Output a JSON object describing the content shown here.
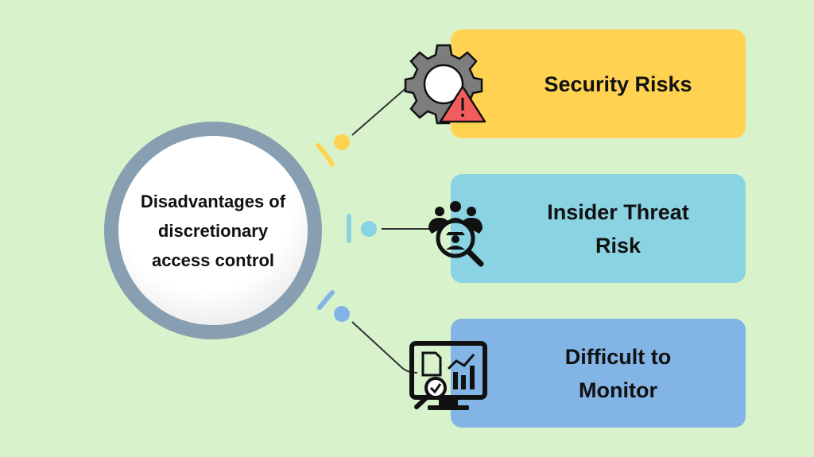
{
  "center": {
    "title": "Disadvantages of discretionary access control",
    "ring_color": "#879FB0"
  },
  "items": [
    {
      "label": "Security Risks",
      "color": "#FFD351",
      "icon": "gear-warning-icon"
    },
    {
      "label": "Insider Threat Risk",
      "color": "#8AD3E3",
      "icon": "insider-search-icon"
    },
    {
      "label": "Difficult to Monitor",
      "color": "#82B5E6",
      "icon": "monitor-analytics-icon"
    }
  ]
}
